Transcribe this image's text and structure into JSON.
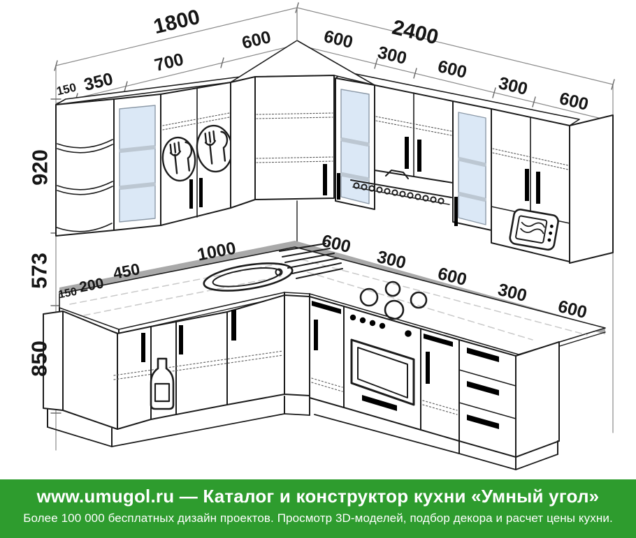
{
  "drawing": {
    "type": "corner-kitchen-3d-line-drawing",
    "colors": {
      "line": "#1c1c1c",
      "dim_line": "#8a8a8a",
      "glass": "#dbe8f6",
      "backsplash": "#a9a9a9",
      "background": "#ffffff"
    },
    "icons": {
      "sink": "oval-sink-with-faucet-hole",
      "drainboard": "diagonal-drain-lines",
      "hob": "four-burner-circles",
      "oven": "oven-door-with-knobs",
      "microwave": "microwave-front",
      "hood": "cooker-hood-with-coil",
      "bottle": "bottle-cargo",
      "cutlery": "fork-and-knife-circle",
      "glass-door": "light-blue-glass-panel"
    }
  },
  "dims": {
    "left_total": "1800",
    "right_total": "2400",
    "u150": "150",
    "u350": "350",
    "u700": "700",
    "u600": "600",
    "r600a": "600",
    "r300a": "300",
    "r600b": "600",
    "r300b": "300",
    "r600c": "600",
    "h920": "920",
    "h573": "573",
    "h850": "850",
    "b150": "150",
    "b200": "200",
    "b450": "450",
    "b1000": "1000",
    "c600a": "600",
    "c300a": "300",
    "c600b": "600",
    "c300b": "300",
    "c600c": "600"
  },
  "footer": {
    "bg_color": "#2e9c2e",
    "text_color": "#ffffff",
    "headline": "www.umugol.ru — Каталог и конструктор кухни «Умный угол»",
    "subline": "Более 100 000 бесплатных дизайн проектов. Просмотр 3D-моделей, подбор декора и расчет цены кухни."
  }
}
